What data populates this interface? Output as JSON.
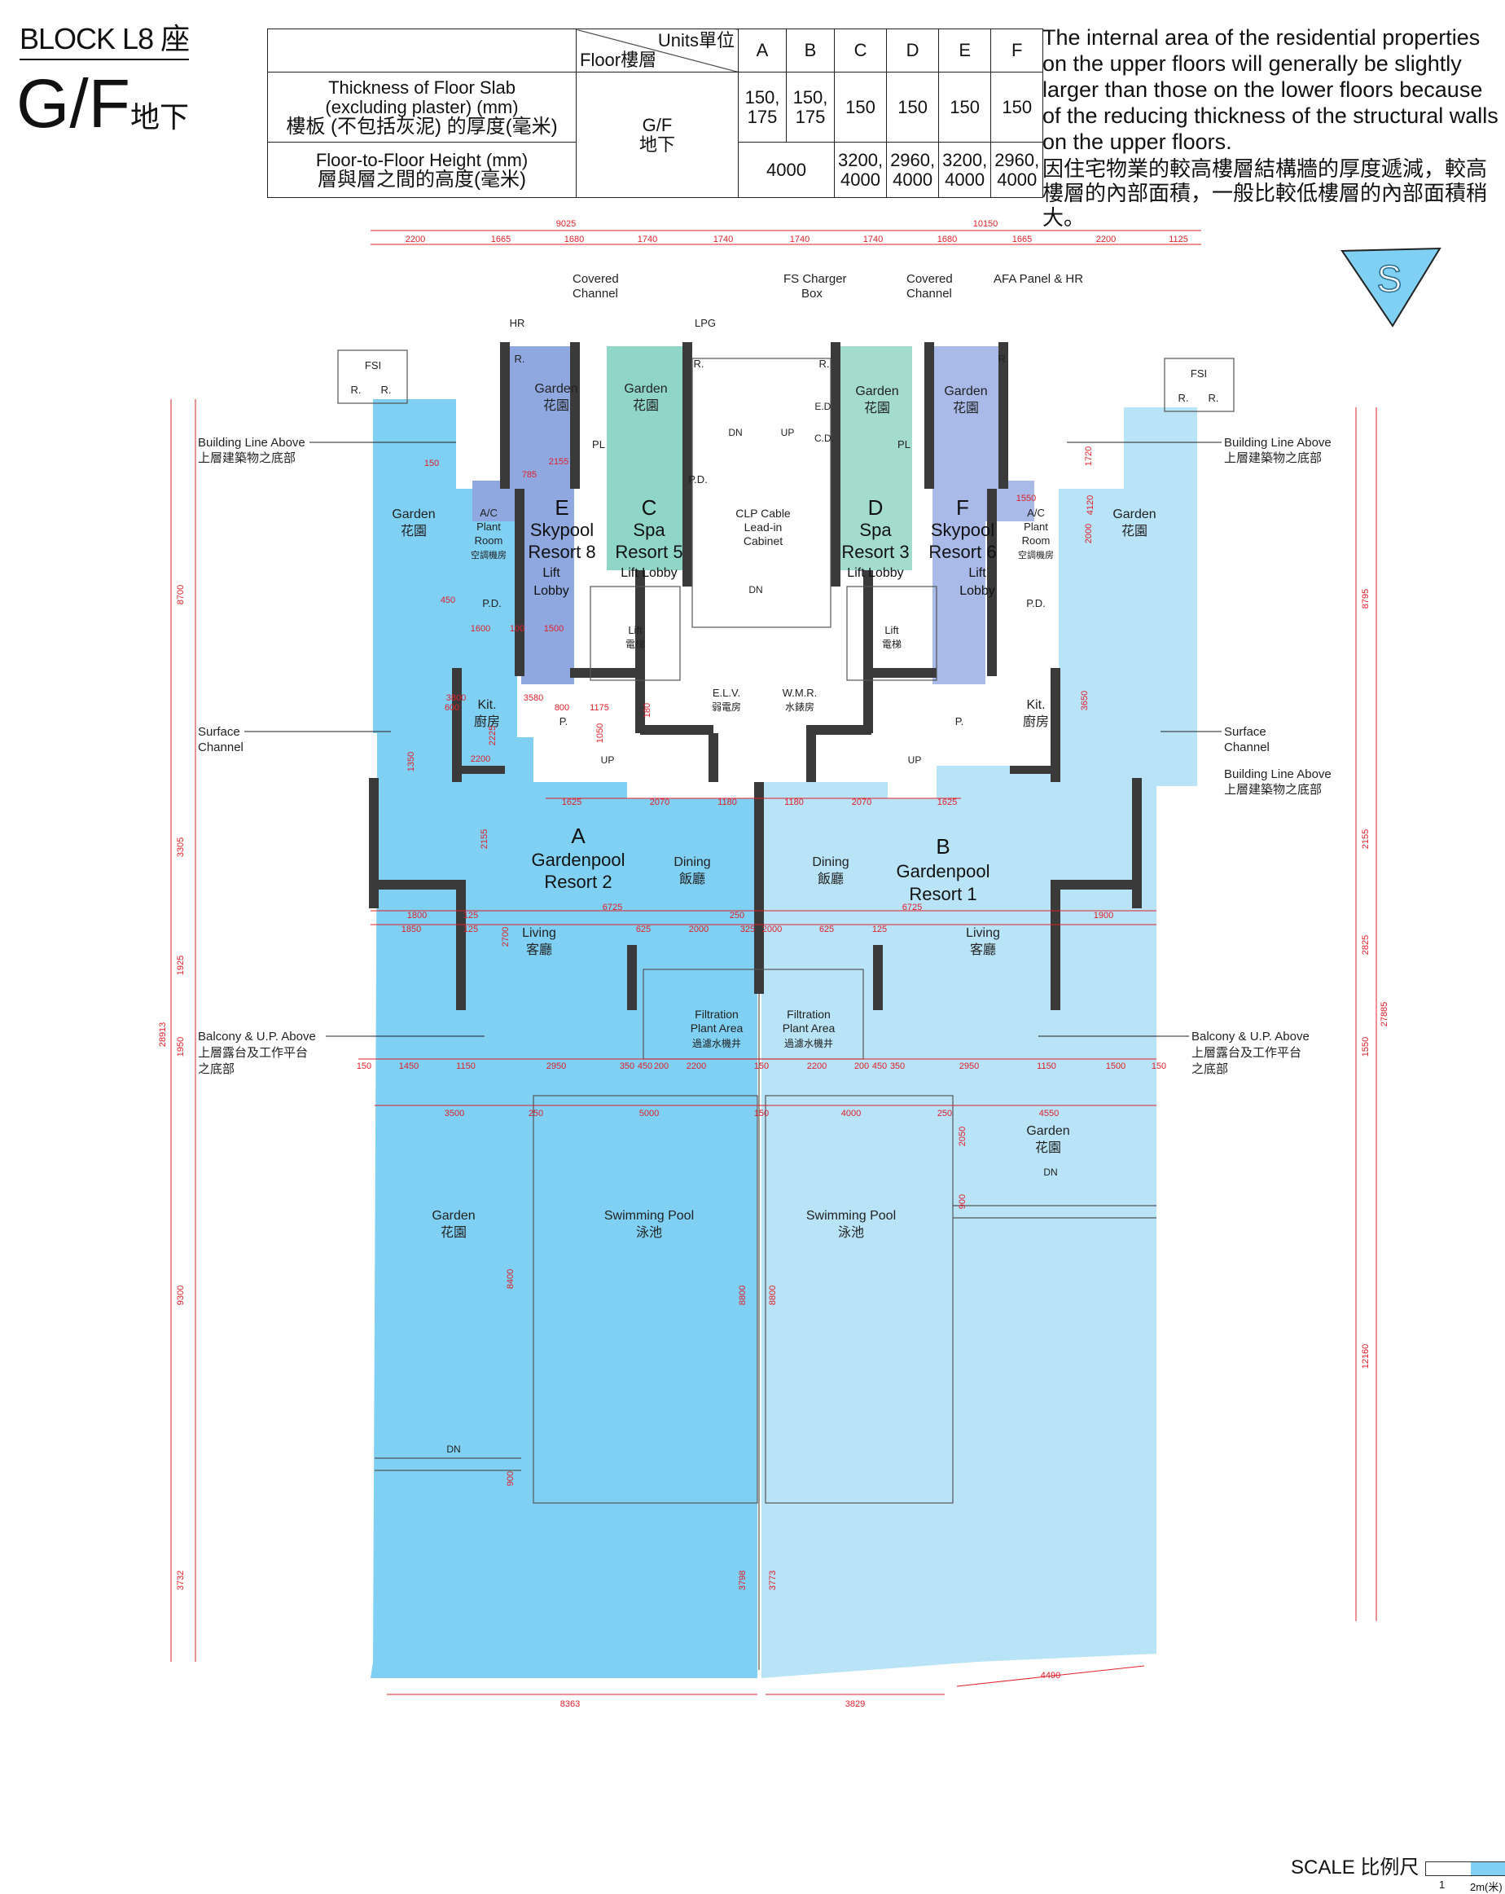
{
  "header": {
    "block_label": "BLOCK L8 座",
    "floor_label": "G/F",
    "floor_label_cn": "地下"
  },
  "spec_table": {
    "units_header": "Units單位",
    "floor_header": "Floor樓層",
    "units": [
      "A",
      "B",
      "C",
      "D",
      "E",
      "F"
    ],
    "floor_value": "G/F",
    "floor_value_cn": "地下",
    "slab_label_1": "Thickness of Floor Slab",
    "slab_label_2": "(excluding plaster) (mm)",
    "slab_label_cn": "樓板 (不包括灰泥) 的厚度(毫米)",
    "slab_values": [
      "150, 175",
      "150, 175",
      "150",
      "150",
      "150",
      "150"
    ],
    "height_label": "Floor-to-Floor Height (mm)",
    "height_label_cn": "層與層之間的高度(毫米)",
    "height_ab": "4000",
    "height_values": [
      "3200, 4000",
      "2960, 4000",
      "3200, 4000",
      "2960, 4000"
    ]
  },
  "note": {
    "en": "The internal area of the residential properties on the upper floors will generally be slightly larger than those on the lower floors because of the reducing thickness of the structural walls on the upper floors.",
    "cn": "因住宅物業的較高樓層結構牆的厚度遞減，較高樓層的內部面積，一般比較低樓層的內部面積稍大。"
  },
  "north_symbol": "S",
  "colors": {
    "unit_a": "#7fd0f2",
    "unit_b": "#b9e3f7",
    "unit_c": "#8fd6c8",
    "unit_e": "#8fa8e0",
    "wall": "#3a3a3a",
    "dimension": "#e0202a"
  },
  "units": {
    "a": {
      "letter": "A",
      "name_1": "Gardenpool",
      "name_2": "Resort 2"
    },
    "b": {
      "letter": "B",
      "name_1": "Gardenpool",
      "name_2": "Resort 1"
    },
    "c": {
      "letter": "C",
      "name_1": "Spa",
      "name_2": "Resort 5",
      "sub": "Lift Lobby"
    },
    "d": {
      "letter": "D",
      "name_1": "Spa",
      "name_2": "Resort 3",
      "sub": "Lift Lobby"
    },
    "e": {
      "letter": "E",
      "name_1": "Skypool",
      "name_2": "Resort 8",
      "sub_1": "Lift",
      "sub_2": "Lobby"
    },
    "f": {
      "letter": "F",
      "name_1": "Skypool",
      "name_2": "Resort 6",
      "sub_1": "Lift",
      "sub_2": "Lobby"
    }
  },
  "rooms": {
    "garden": "Garden",
    "garden_cn": "花園",
    "dining": "Dining",
    "dining_cn": "飯廳",
    "living": "Living",
    "living_cn": "客廳",
    "kit": "Kit.",
    "kit_cn": "廚房",
    "lift": "Lift",
    "lift_cn": "電梯",
    "pool": "Swimming Pool",
    "pool_cn": "泳池",
    "ac_1": "A/C",
    "ac_2": "Plant",
    "ac_3": "Room",
    "ac_cn": "空調機房",
    "elv": "E.L.V.",
    "elv_cn": "弱電房",
    "wmr": "W.M.R.",
    "wmr_cn": "水錶房",
    "filt_1": "Filtration",
    "filt_2": "Plant Area",
    "filt_cn": "過濾水機井",
    "clp_1": "CLP Cable",
    "clp_2": "Lead-in",
    "clp_3": "Cabinet",
    "pd": "P.D.",
    "p": "P.",
    "r": "R.",
    "hr": "HR",
    "lpg": "LPG",
    "fsi": "FSI",
    "ed": "E.D.",
    "cd": "C.D.",
    "pl": "PL",
    "dn": "DN",
    "up": "UP"
  },
  "callouts": {
    "covered_channel_1": "Covered",
    "covered_channel_2": "Channel",
    "fs_charger_1": "FS Charger",
    "fs_charger_2": "Box",
    "afa": "AFA Panel & HR",
    "building_line": "Building Line Above",
    "building_line_cn": "上層建築物之底部",
    "surface_1": "Surface",
    "surface_2": "Channel",
    "balcony": "Balcony & U.P. Above",
    "balcony_cn_1": "上層露台及工作平台",
    "balcony_cn_2": "之底部"
  },
  "dims": {
    "top_total_l": "9025",
    "top_total_r": "10150",
    "top_row": [
      "2200",
      "1665",
      "1680",
      "1740",
      "1740",
      "1740",
      "1740",
      "1680",
      "1665",
      "2200",
      "1125"
    ],
    "left_chain": [
      "8700",
      "3305",
      "1925",
      "1950",
      "9300",
      "3732"
    ],
    "left_total": "28913",
    "right_chain": [
      "8795",
      "2155",
      "2825",
      "1550",
      "12160"
    ],
    "right_total": "27885",
    "bottom": [
      "8363",
      "3829",
      "4490"
    ],
    "row_6725": "6725",
    "row_ab": [
      "1800",
      "125",
      "250",
      "1850",
      "125",
      "625",
      "2000",
      "325",
      "2000",
      "625",
      "125",
      "1900"
    ],
    "row_mid": [
      "150",
      "1450",
      "1150",
      "2950",
      "350",
      "450",
      "200",
      "2200",
      "150",
      "2200",
      "200",
      "450",
      "350",
      "2950",
      "1150",
      "1500",
      "150"
    ],
    "row_pool": [
      "3500",
      "250",
      "5000",
      "150",
      "4000",
      "250",
      "4550"
    ],
    "row_up": [
      "1625",
      "2070",
      "1180",
      "1180",
      "2070",
      "1625"
    ],
    "v_pool": [
      "8400",
      "8800",
      "8800",
      "3798",
      "3773",
      "900",
      "900",
      "2050"
    ],
    "misc_small": [
      "150",
      "785",
      "2155",
      "1550",
      "450",
      "1600",
      "100",
      "1500",
      "600",
      "800",
      "1175",
      "180",
      "1350",
      "2200",
      "3800",
      "3580",
      "3650",
      "2225",
      "1050",
      "4120",
      "2000",
      "2700",
      "2155",
      "1720"
    ]
  },
  "scale": {
    "label": "SCALE 比例尺",
    "tick_1": "1",
    "tick_2": "2m(米)"
  }
}
